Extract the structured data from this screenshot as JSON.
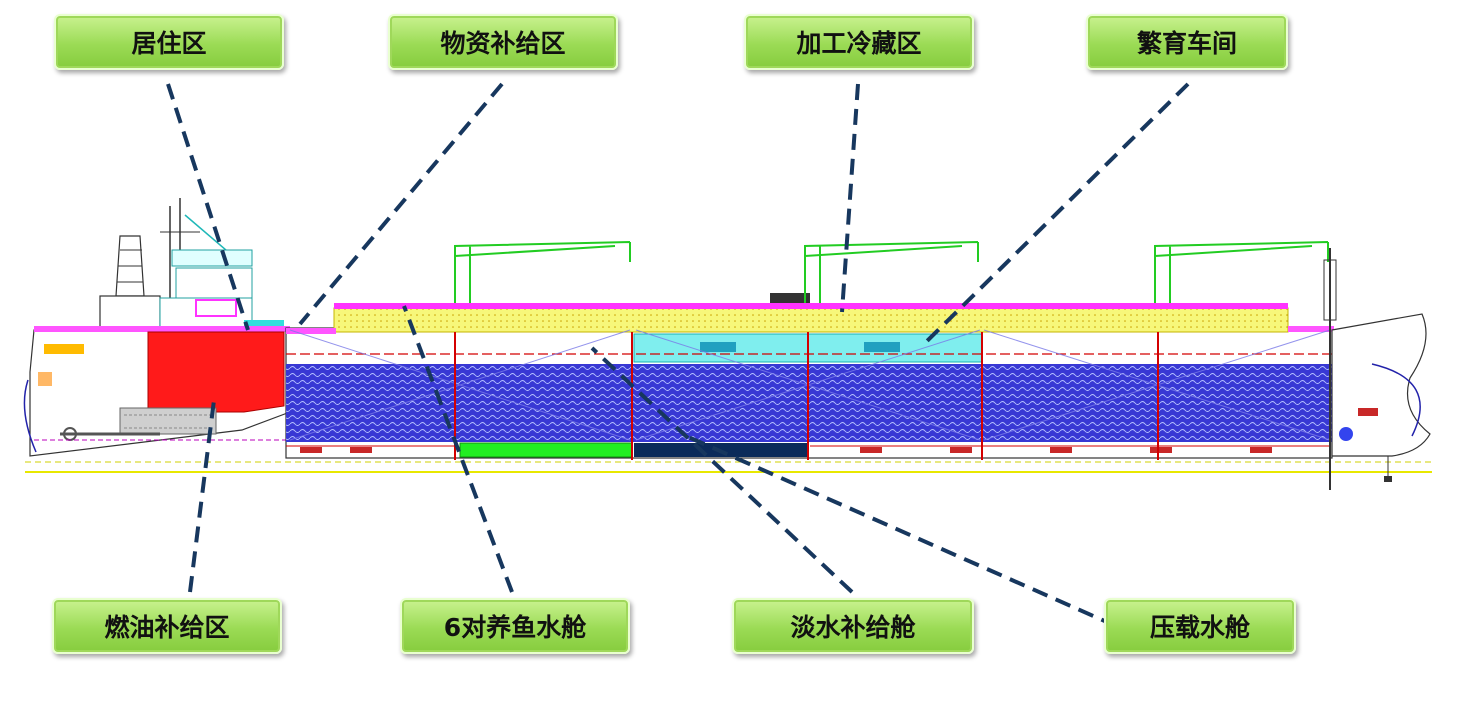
{
  "labels": {
    "living": "居住区",
    "supply": "物资补给区",
    "processing": "加工冷藏区",
    "breeding": "繁育车间",
    "fuel": "燃油补给区",
    "fish_tanks": "6对养鱼水舱",
    "freshwater": "淡水补给舱",
    "ballast": "压载水舱"
  },
  "colors": {
    "label_fill": "#9bdb55",
    "leader_line": "#17375e",
    "hull_blue": "#3a3ad6",
    "fuel_red": "#ff1a1a",
    "deck_yellow": "#f5f57a",
    "deck_magenta": "#ff33ff",
    "crane_green": "#22dd22",
    "cold_cyan": "#33dddd"
  }
}
